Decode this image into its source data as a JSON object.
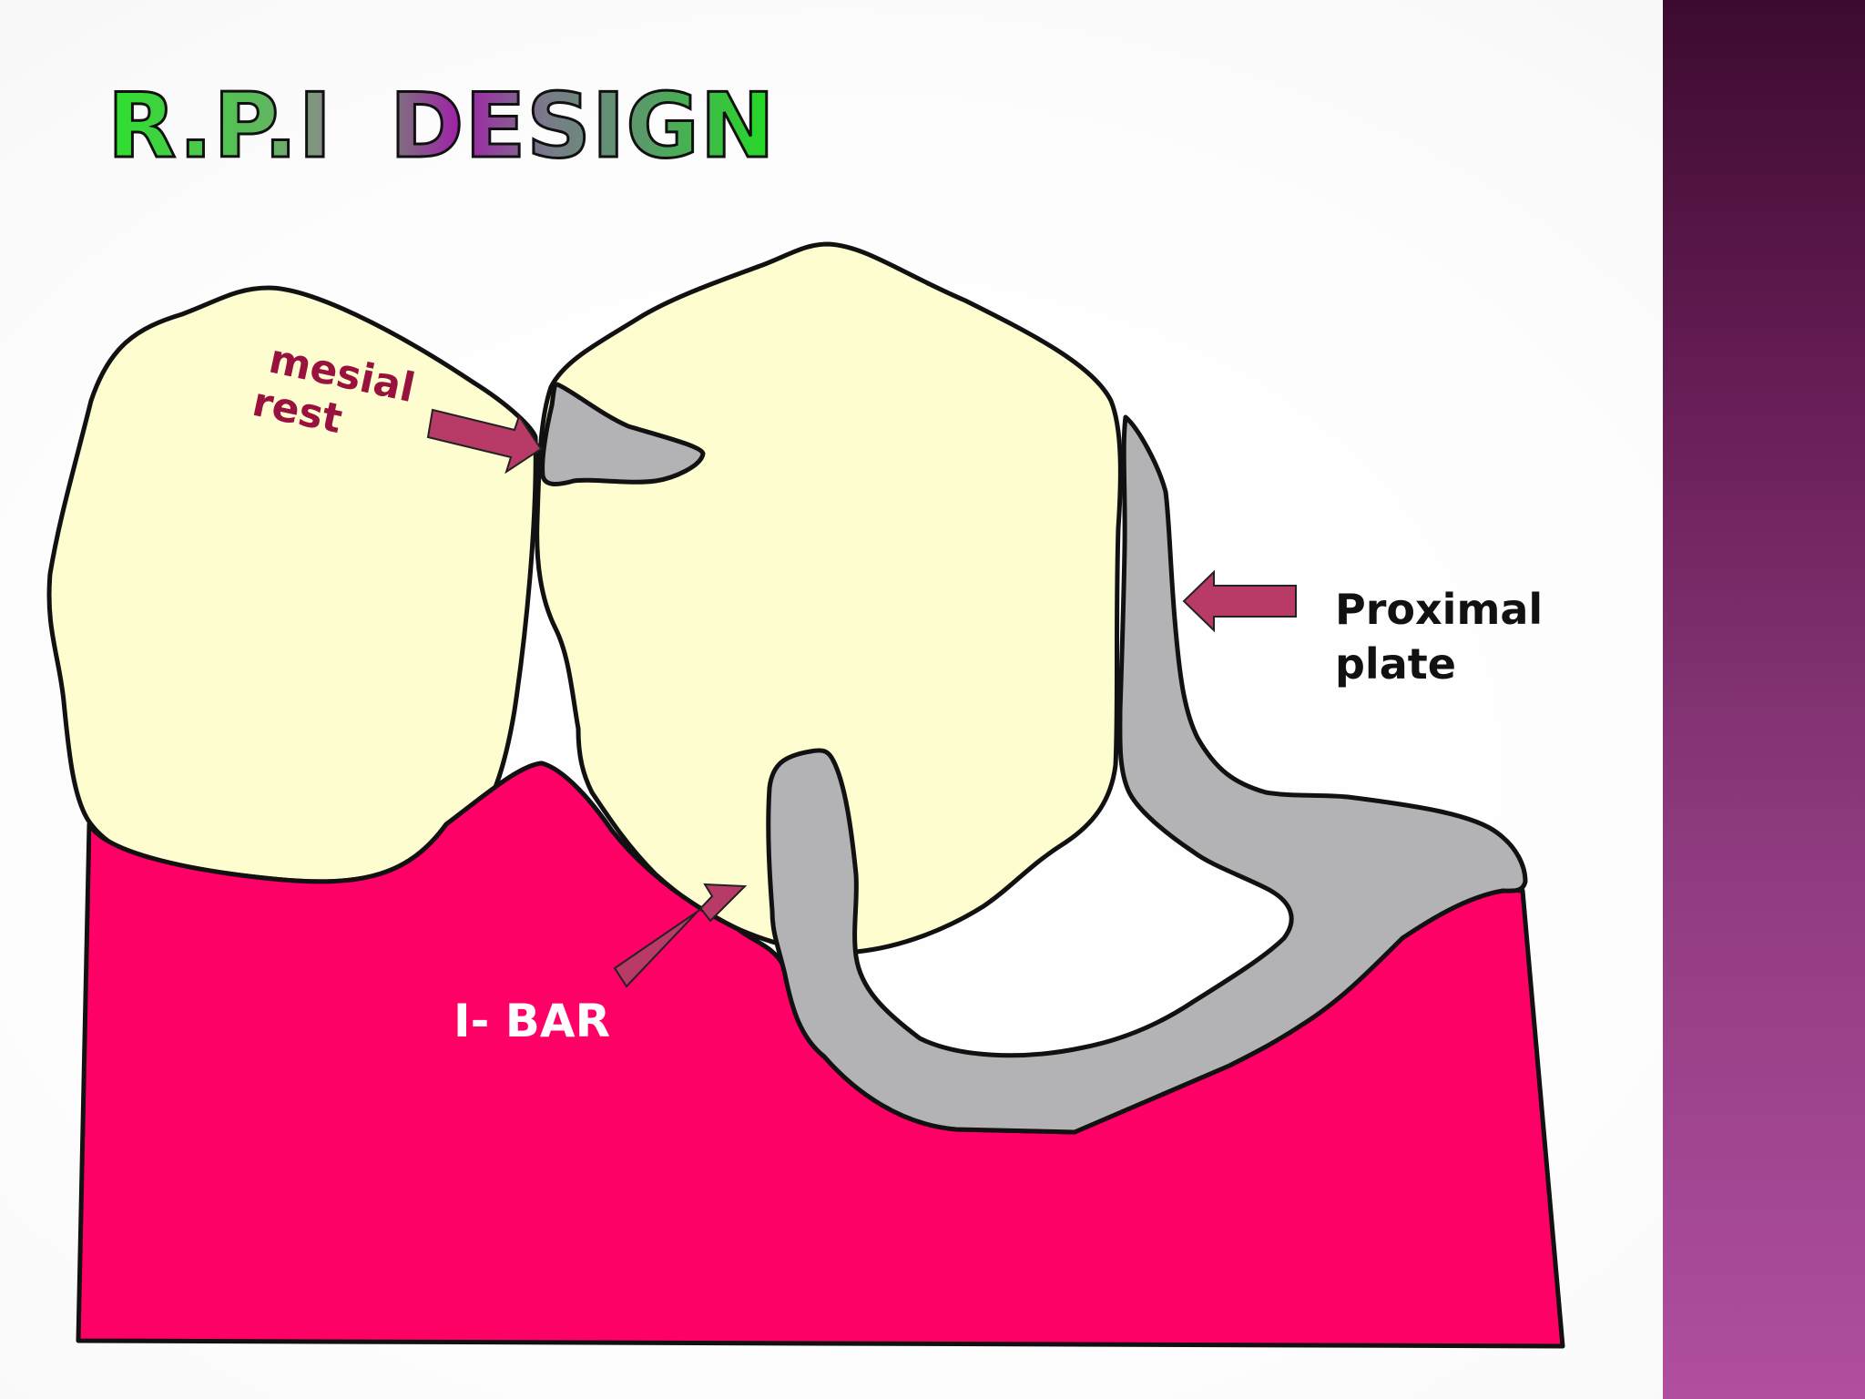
{
  "title": {
    "part1": "R.P.I",
    "part2": "DESIGN"
  },
  "labels": {
    "mesial_rest": [
      "mesial",
      "rest"
    ],
    "proximal_plate": [
      "Proximal",
      "plate"
    ],
    "i_bar": "I- BAR"
  },
  "colors": {
    "tooth": "#fdfdd0",
    "gum": "#ff0066",
    "metal": "#b3b3b5",
    "arrow": "#b83a66",
    "label_maroon": "#99113e",
    "title_green": "#3ddc3d",
    "title_purple": "#a020a8",
    "sidebar_top": "#3c0a30",
    "sidebar_bottom": "#b04ea0"
  }
}
